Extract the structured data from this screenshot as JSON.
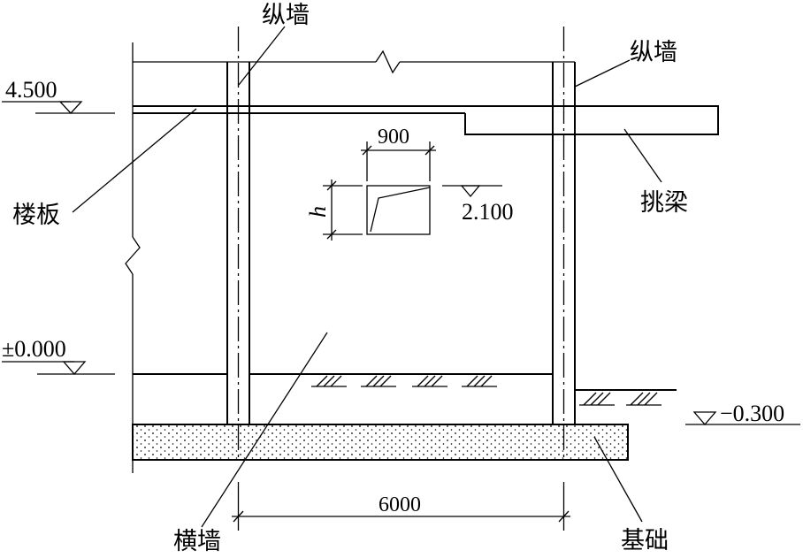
{
  "labels": {
    "longitudinal_wall_top": "纵墙",
    "longitudinal_wall_right": "纵墙",
    "floor_slab": "楼板",
    "cantilever_beam": "挑梁",
    "transverse_wall": "横墙",
    "foundation": "基础"
  },
  "elevations": {
    "roof": "4.500",
    "window_sill": "2.100",
    "ground": "±0.000",
    "outdoor": "−0.300"
  },
  "dimensions": {
    "window_width": "900",
    "window_height": "h",
    "wall_span": "6000"
  },
  "colors": {
    "line": "#000000",
    "background": "#ffffff"
  },
  "icons": {
    "elevation_marker": "elevation-triangle-icon",
    "ground_hatch": "ground-hatch-icon",
    "break_line": "break-line-icon"
  }
}
